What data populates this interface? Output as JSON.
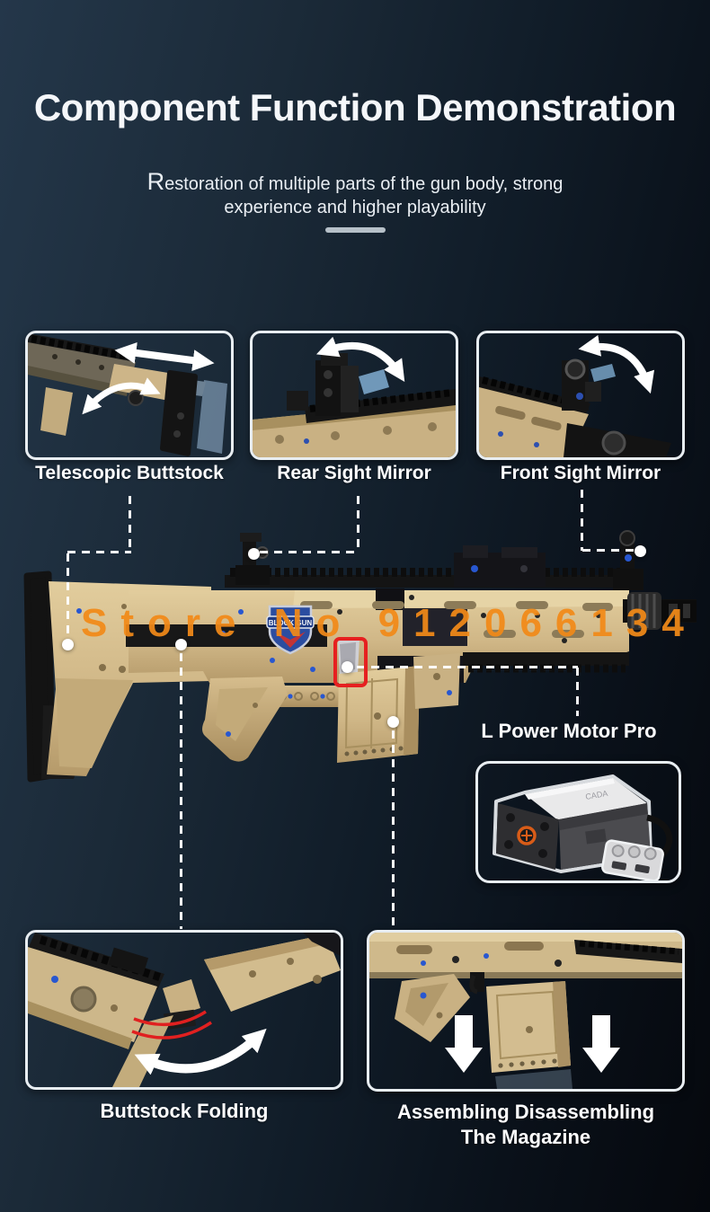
{
  "title": "Component Function Demonstration",
  "subtitle": {
    "line1": "Restoration of multiple parts of the gun body, strong",
    "line2": "experience and higher playability"
  },
  "watermark": {
    "text": "Store No 912066134",
    "color": "#f28a18"
  },
  "feature_panels": [
    {
      "id": "telescopic-buttstock",
      "label": "Telescopic Buttstock"
    },
    {
      "id": "rear-sight-mirror",
      "label": "Rear Sight Mirror"
    },
    {
      "id": "front-sight-mirror",
      "label": "Front Sight Mirror"
    }
  ],
  "gun": {
    "badge_text": "BLOCK GUN"
  },
  "motor": {
    "label": "L Power Motor Pro",
    "brand_text": "CADA"
  },
  "bottom_panels": {
    "left_label": "Buttstock Folding",
    "right_label_line1": "Assembling Disassembling",
    "right_label_line2": "The Magazine"
  },
  "colors": {
    "background_dark": "#0c141d",
    "panel_blue_top": "#3c86d0",
    "panel_blue_bottom": "#1c55a2",
    "brick_tan": "#cdb485",
    "watermark_orange": "#f28a18",
    "highlight_red": "#e62020",
    "arrow_white": "#ffffff"
  }
}
